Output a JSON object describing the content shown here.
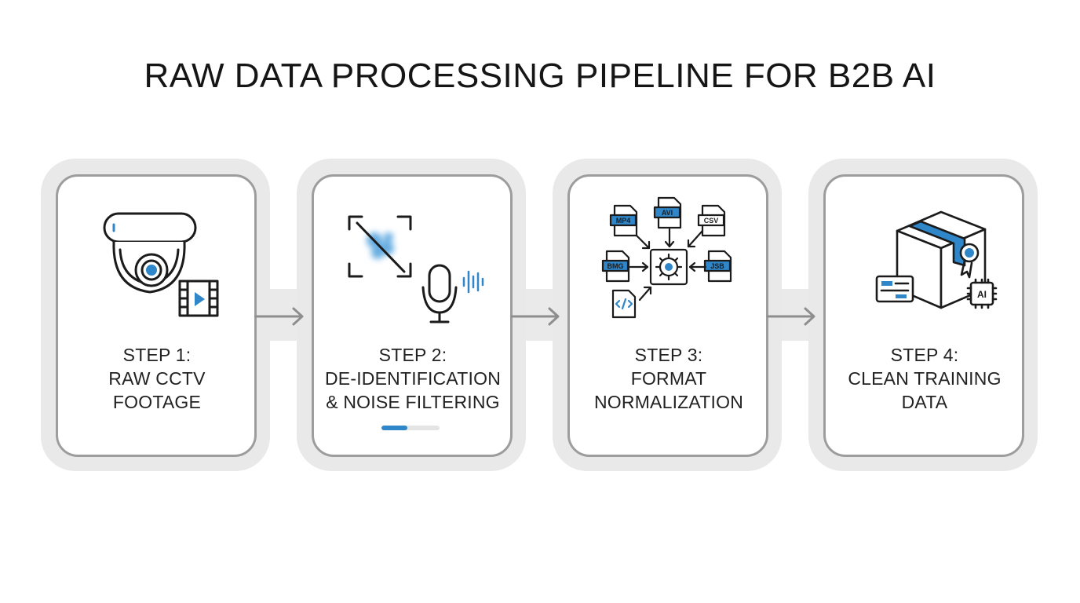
{
  "title": "RAW DATA PROCESSING PIPELINE FOR B2B AI",
  "colors": {
    "accent": "#2f86c8",
    "frame": "#e9e9e9",
    "card_border": "#9d9d9d",
    "ink": "#222222"
  },
  "steps": [
    {
      "label_lines": [
        "STEP 1:",
        "RAW CCTV",
        "FOOTAGE"
      ],
      "icon": "cctv-camera-icon"
    },
    {
      "label_lines": [
        "STEP 2:",
        "DE-IDENTIFICATION",
        "& NOISE FILTERING"
      ],
      "icon": "blur-microphone-icon",
      "progress": 0.45
    },
    {
      "label_lines": [
        "STEP 3:",
        "FORMAT",
        "NORMALIZATION"
      ],
      "icon": "format-conversion-icon",
      "file_types": [
        "MP4",
        "AVI",
        "CSV",
        "BMG",
        "JSB"
      ]
    },
    {
      "label_lines": [
        "STEP 4:",
        "CLEAN TRAINING",
        "DATA"
      ],
      "icon": "packaged-dataset-icon",
      "chip_label": "AI"
    }
  ]
}
